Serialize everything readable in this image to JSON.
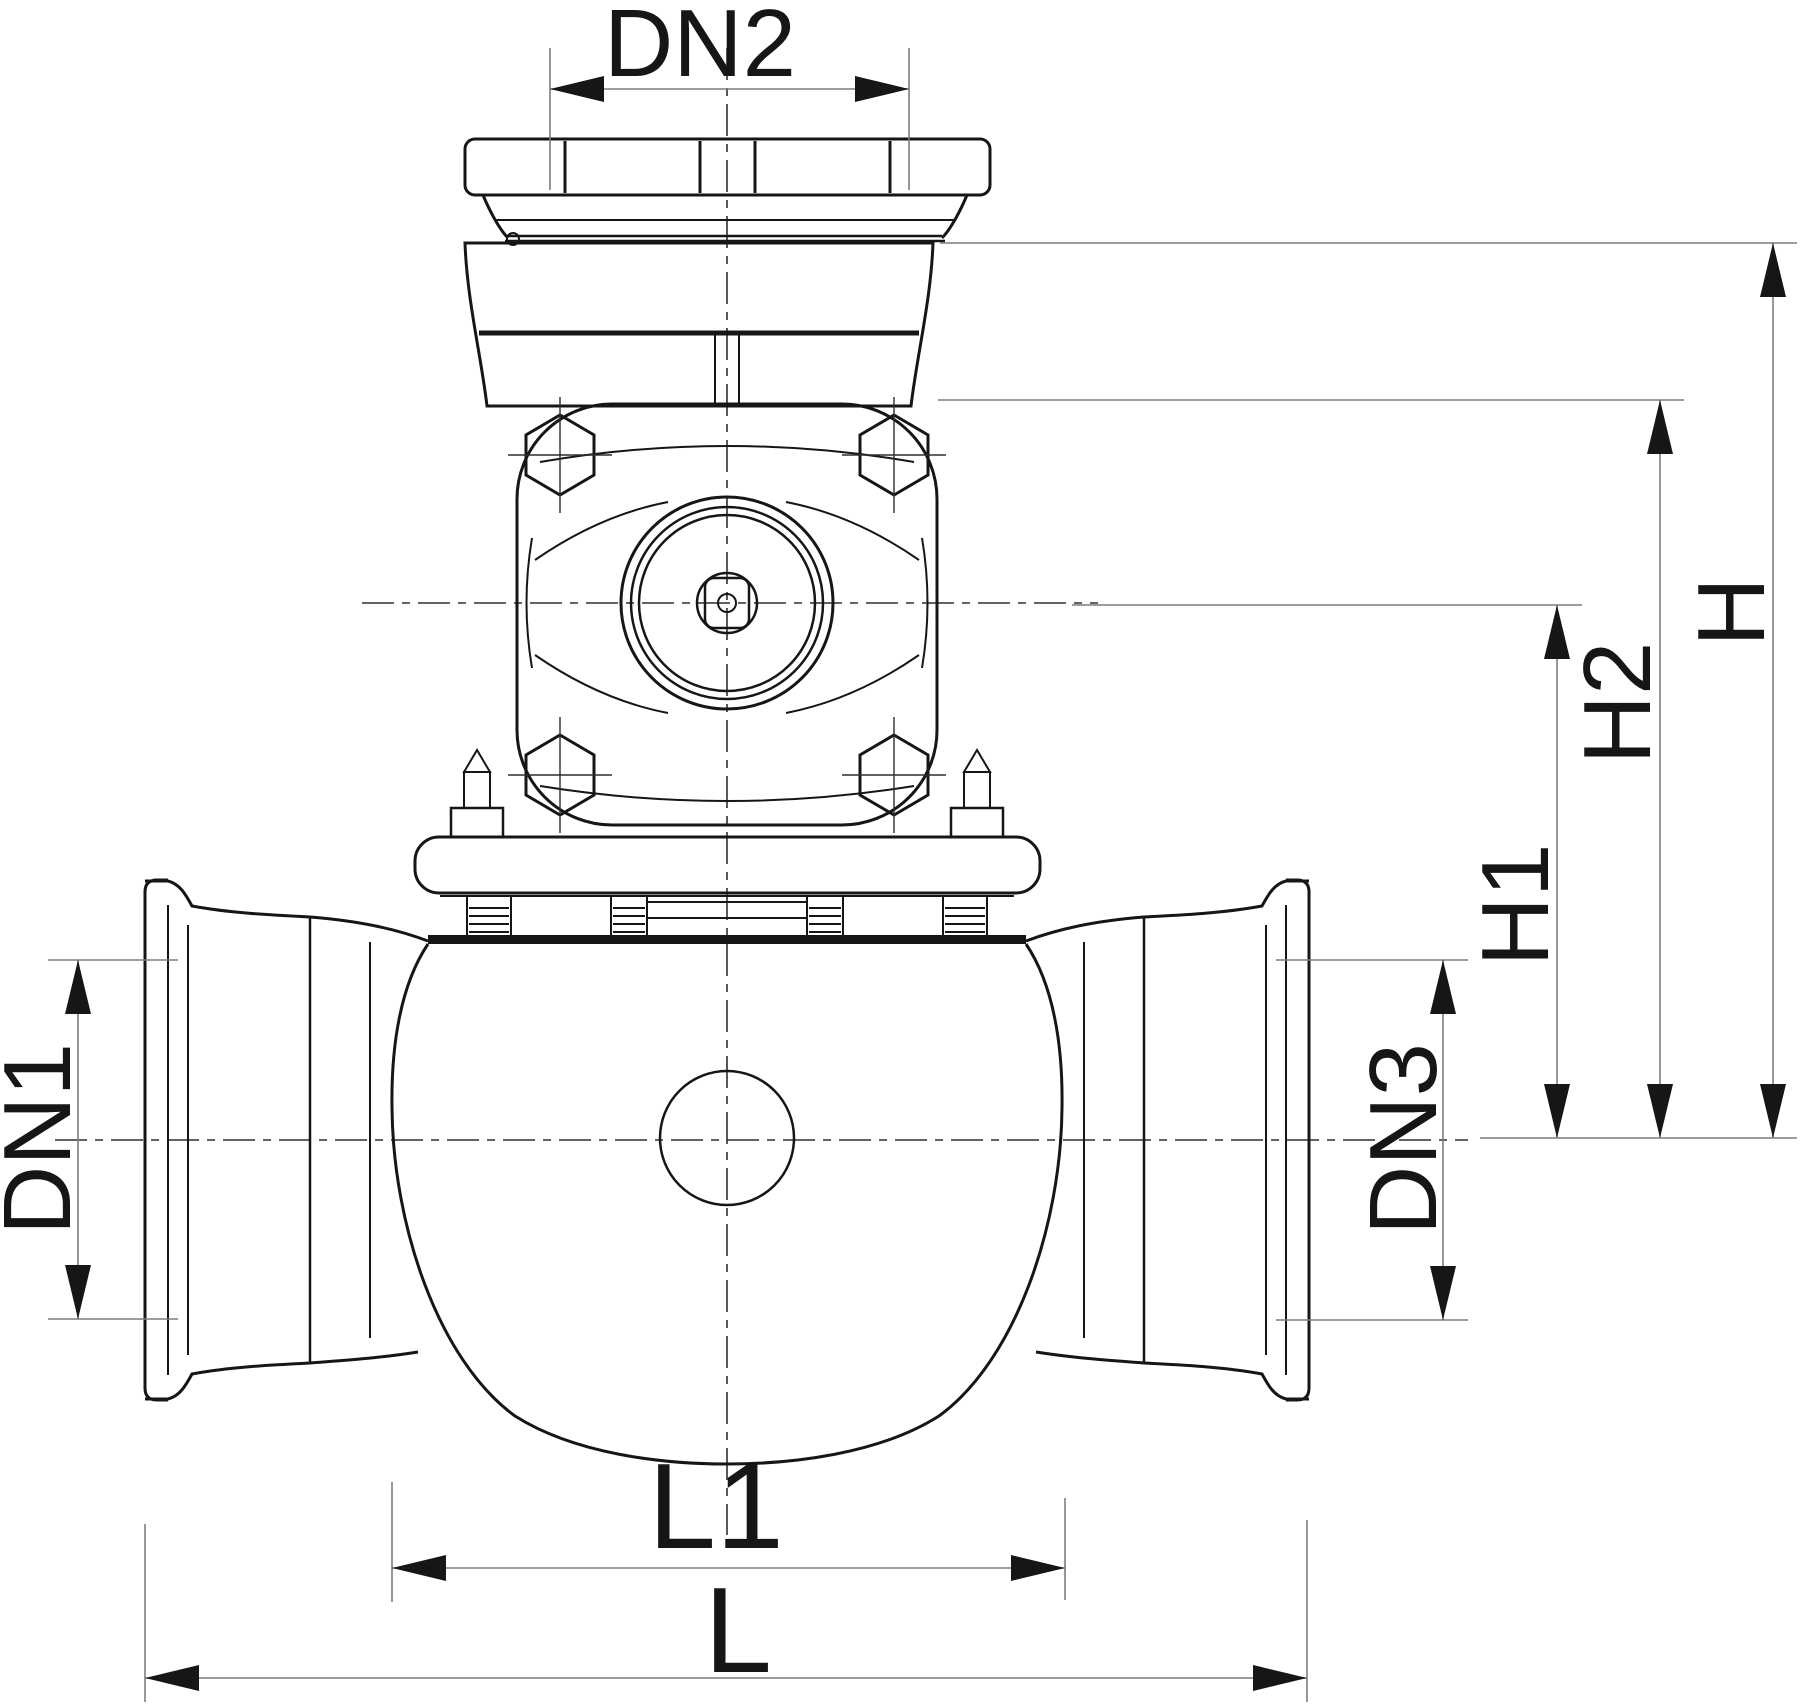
{
  "drawing": {
    "type": "technical-dimension-drawing",
    "subject": "tee pipe fitting with integrated service valve, front elevation",
    "colors": {
      "outline": "#161616",
      "dimension": "#7d7d7d",
      "background": "#ffffff"
    }
  },
  "labels": {
    "dn1": "DN1",
    "dn2": "DN2",
    "dn3": "DN3",
    "h": "H",
    "h1": "H1",
    "h2": "H2",
    "l": "L",
    "l1": "L1"
  }
}
